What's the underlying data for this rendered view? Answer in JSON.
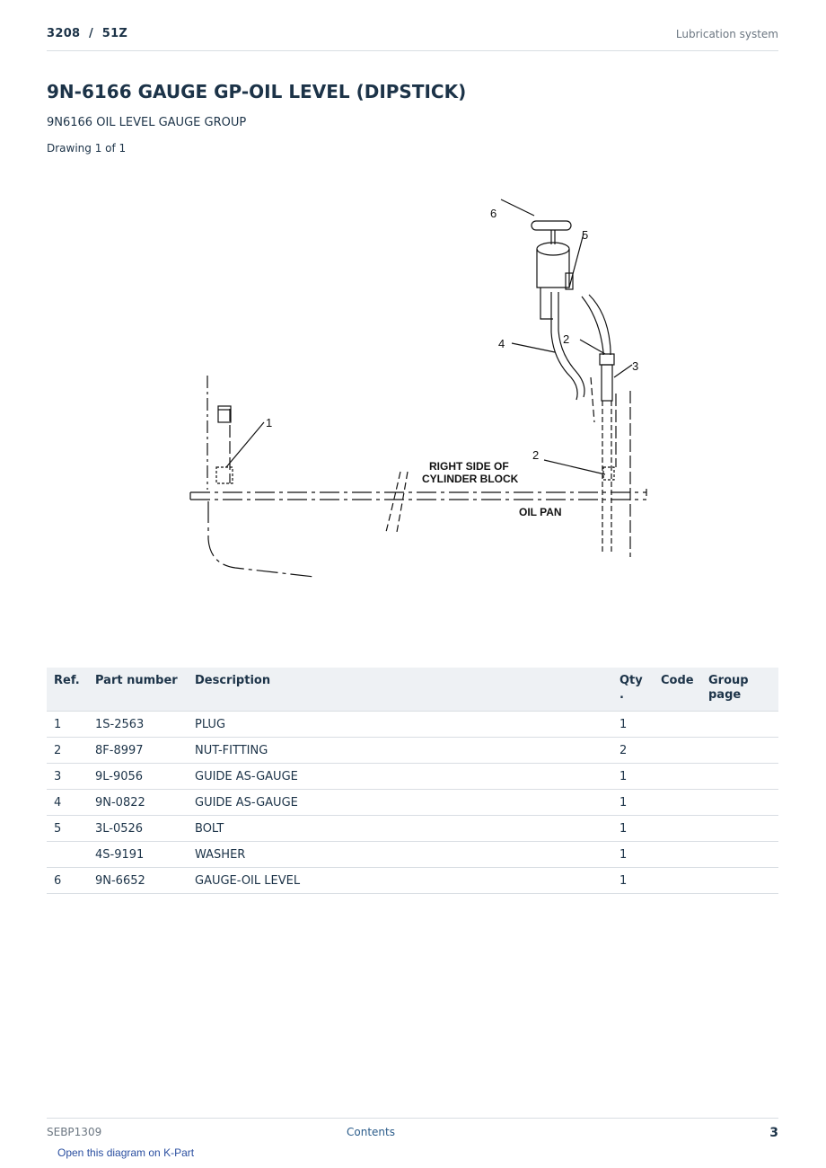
{
  "header": {
    "model": "3208  /  51Z",
    "section": "Lubrication system"
  },
  "title": "9N-6166 GAUGE GP-OIL LEVEL (DIPSTICK)",
  "subtitle": "9N6166 OIL LEVEL GAUGE GROUP",
  "drawing_count": "Drawing 1 of 1",
  "diagram": {
    "callouts": [
      "1",
      "2",
      "2",
      "3",
      "4",
      "5",
      "6"
    ],
    "labels": {
      "block_line1": "RIGHT SIDE OF",
      "block_line2": "CYLINDER BLOCK",
      "oil_pan": "OIL PAN"
    }
  },
  "table": {
    "columns": [
      "Ref.",
      "Part number",
      "Description",
      "Qty\n.",
      "Code",
      "Group\npage"
    ],
    "rows": [
      {
        "ref": "1",
        "part": "1S-2563",
        "desc": "PLUG",
        "qty": "1",
        "code": "",
        "group": ""
      },
      {
        "ref": "2",
        "part": "8F-8997",
        "desc": "NUT-FITTING",
        "qty": "2",
        "code": "",
        "group": ""
      },
      {
        "ref": "3",
        "part": "9L-9056",
        "desc": "GUIDE AS-GAUGE",
        "qty": "1",
        "code": "",
        "group": ""
      },
      {
        "ref": "4",
        "part": "9N-0822",
        "desc": "GUIDE AS-GAUGE",
        "qty": "1",
        "code": "",
        "group": ""
      },
      {
        "ref": "5",
        "part": "3L-0526",
        "desc": "BOLT",
        "qty": "1",
        "code": "",
        "group": ""
      },
      {
        "ref": "",
        "part": "4S-9191",
        "desc": "WASHER",
        "qty": "1",
        "code": "",
        "group": ""
      },
      {
        "ref": "6",
        "part": "9N-6652",
        "desc": "GAUGE-OIL LEVEL",
        "qty": "1",
        "code": "",
        "group": ""
      }
    ]
  },
  "footer": {
    "doc_id": "SEBP1309",
    "contents": "Contents",
    "page": "3",
    "kpart_link": "Open this diagram on K-Part"
  }
}
